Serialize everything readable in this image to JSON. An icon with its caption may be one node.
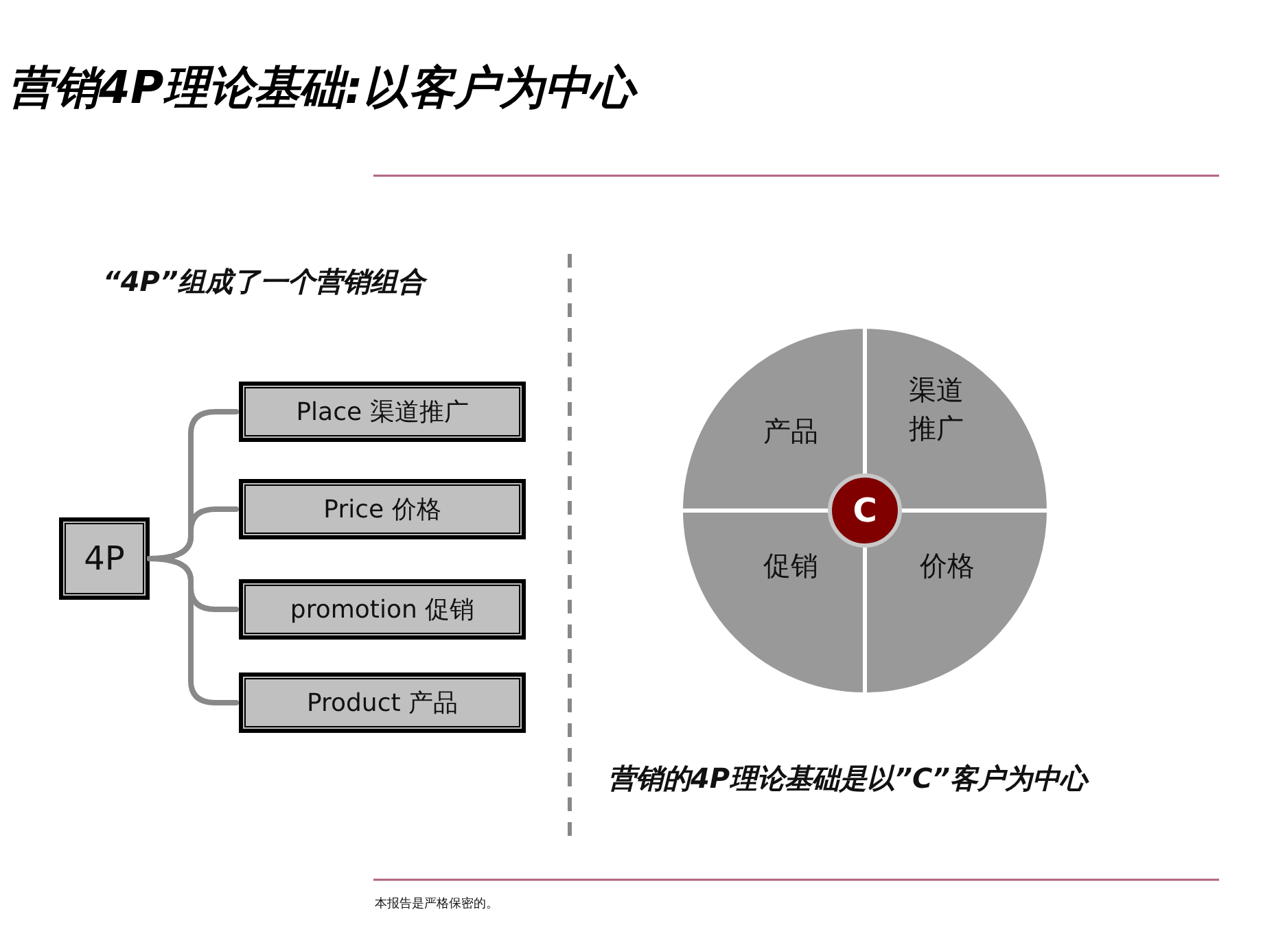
{
  "diagram": {
    "title": "营销4P理论基础:以客户为中心",
    "nodes": [
      {
        "text": [
          "4P"
        ]
      },
      {
        "text": [
          "Place 渠道推广"
        ]
      },
      {
        "text": [
          "Price 价格"
        ]
      },
      {
        "text": [
          "promotion 促销"
        ]
      },
      {
        "text": [
          "Product 产品"
        ]
      },
      {
        "text": [],
        "shape": "circle"
      },
      {
        "text": [
          "产品"
        ],
        "in": 5
      },
      {
        "text": [
          "渠道推广"
        ],
        "in": 5
      },
      {
        "text": [
          "促销"
        ],
        "in": 5
      },
      {
        "text": [
          "价格"
        ],
        "in": 5
      },
      {
        "text": [
          "C"
        ],
        "in": 5
      }
    ],
    "edges": [
      {
        "from": 0,
        "to": 1,
        "arrow": "none"
      },
      {
        "from": 0,
        "to": 2,
        "arrow": "none"
      },
      {
        "from": 0,
        "to": 3,
        "arrow": "none"
      },
      {
        "from": 0,
        "to": 4,
        "arrow": "none"
      }
    ],
    "labels": [
      "“4P”组成了一个营销组合",
      "营销的4P理论基础是以”C”客户为中心",
      "本报告是严格保密的。"
    ]
  }
}
